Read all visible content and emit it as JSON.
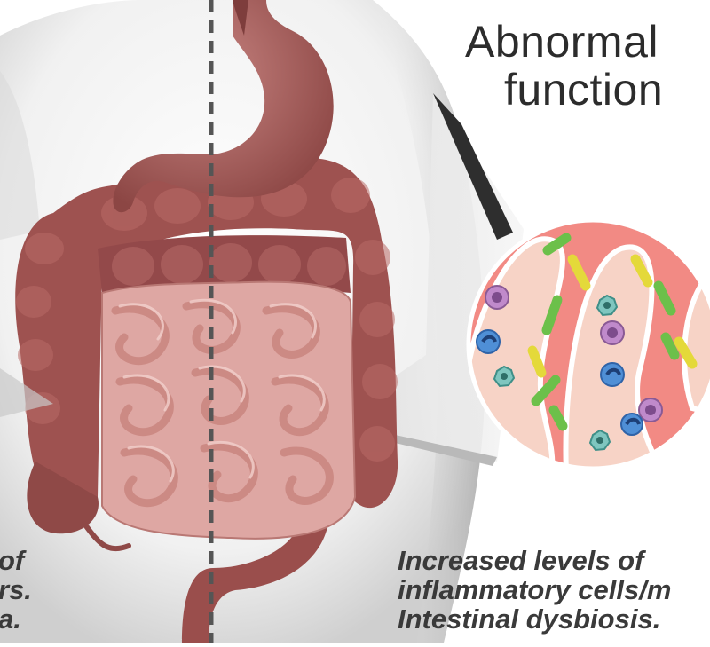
{
  "heading": {
    "line1": "Abnormal",
    "line2": "function"
  },
  "left_caption": {
    "line1": "of",
    "line2": "rs.",
    "line3": "a."
  },
  "right_caption": {
    "line1": "Increased levels of",
    "line2": "inflammatory cells/m",
    "line3": "Intestinal dysbiosis."
  },
  "colors": {
    "organ": "#9a4e4c",
    "small_intestine": "#dea7a3",
    "inset_mucosa": "#f28a84",
    "inset_villus": "#f7d3c6",
    "dashed_line": "#555555",
    "bacteria_green": "#6cc04a",
    "bacteria_yellow": "#e4d93a",
    "cell_purple": "#c08acb",
    "cell_blue": "#4f8fd6",
    "cell_teal": "#7fc6bf"
  },
  "icons": [
    "stomach-illustration",
    "colon-illustration",
    "small-intestine-illustration",
    "magnified-villi-inset"
  ]
}
